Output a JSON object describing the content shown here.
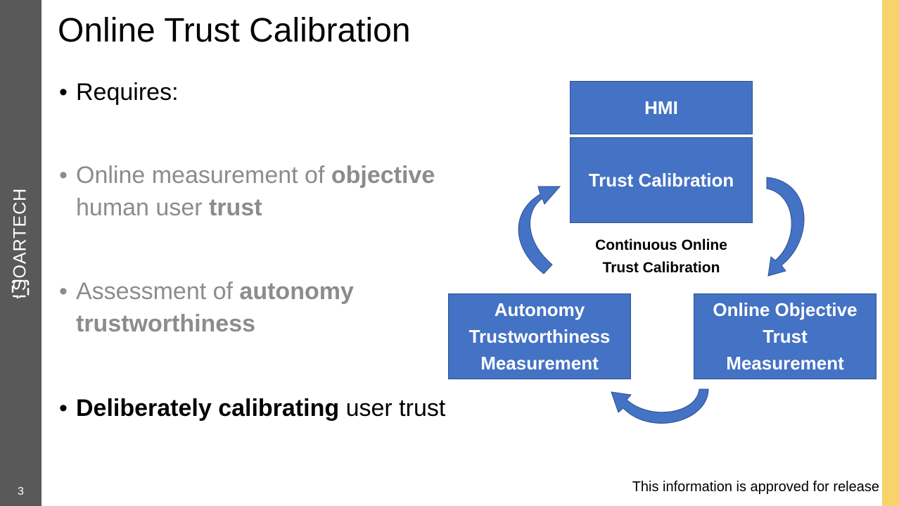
{
  "slide": {
    "title": "Online Trust Calibration",
    "number": "3",
    "brand": "SOARTECH",
    "footer": "This information is approved for release"
  },
  "bullets": [
    {
      "parts": [
        "Requires:"
      ]
    },
    {
      "parts": [
        "Online measurement of ",
        "objective",
        "human user ",
        "trust"
      ]
    },
    {
      "parts": [
        "Assessment of ",
        "autonomy",
        "trustworthiness"
      ]
    },
    {
      "parts": [
        "Deliberately calibrating",
        " user trust"
      ]
    }
  ],
  "diagram": {
    "hmi": "HMI",
    "trust_calibration": "Trust Calibration",
    "center_line1": "Continuous Online",
    "center_line2": "Trust Calibration",
    "autonomy": [
      "Autonomy",
      "Trustworthiness",
      "Measurement"
    ],
    "online_objective": [
      "Online Objective",
      "Trust",
      "Measurement"
    ],
    "colors": {
      "box": "#4472c4",
      "border": "#2f528f",
      "accent": "#f7d36a",
      "sidebar": "#595959"
    }
  }
}
